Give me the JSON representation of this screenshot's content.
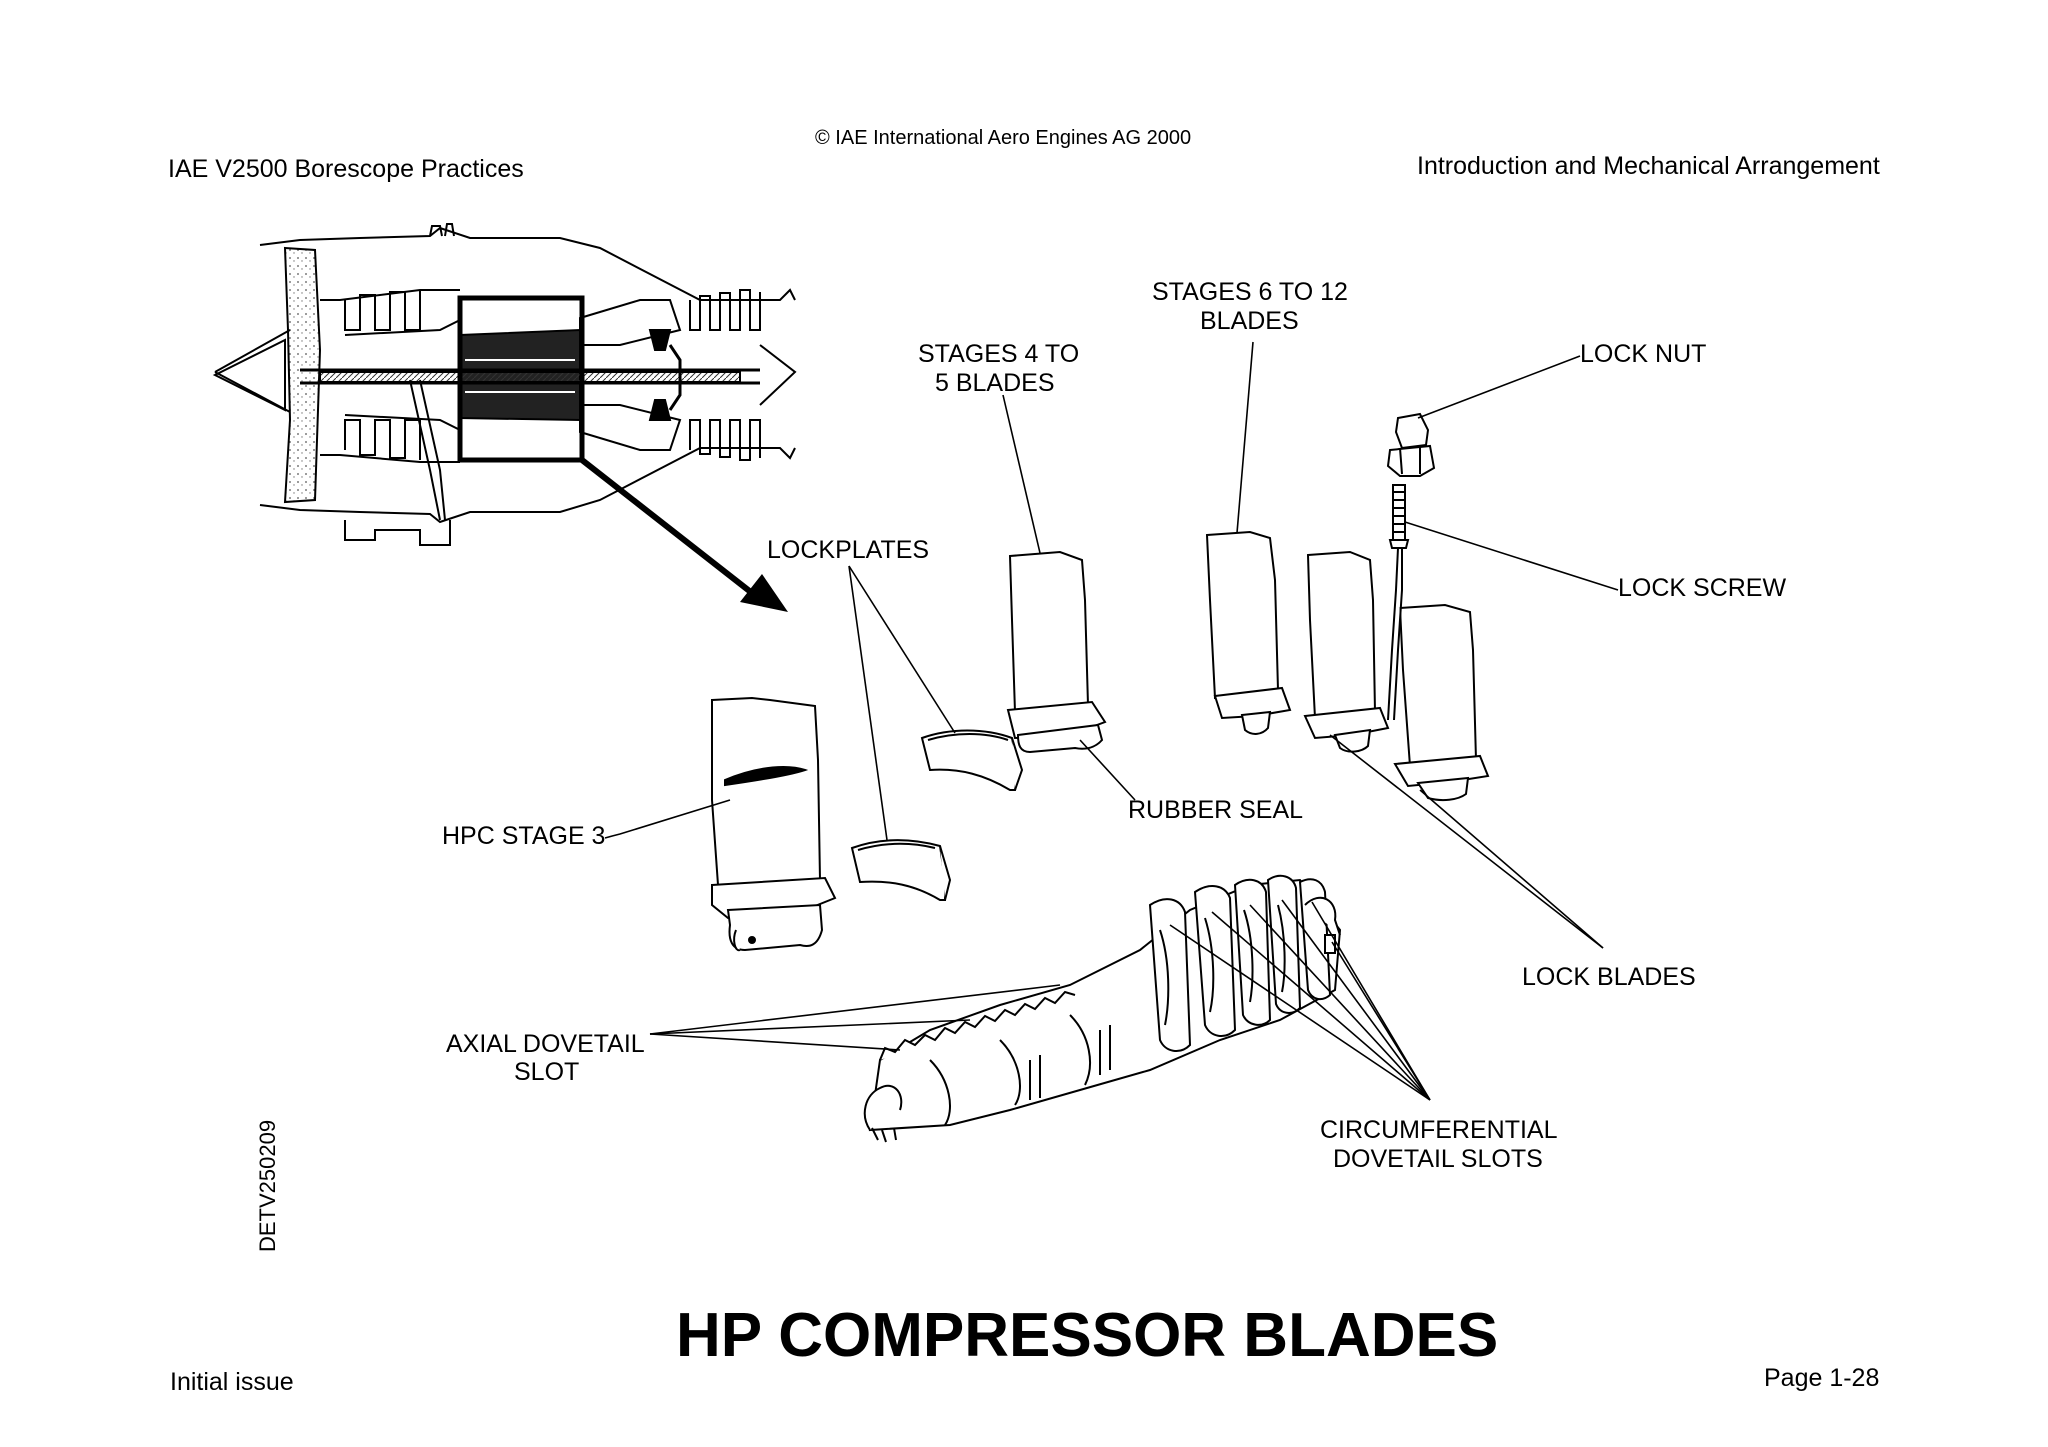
{
  "header": {
    "copyright": "© IAE International Aero Engines AG 2000",
    "left_title": "IAE V2500 Borescope Practices",
    "right_title": "Introduction and Mechanical Arrangement"
  },
  "labels": {
    "stages_6_12_line1": "STAGES 6 TO 12",
    "stages_6_12_line2": "BLADES",
    "stages_4_5_line1": "STAGES 4 TO",
    "stages_4_5_line2": "5 BLADES",
    "lock_nut": "LOCK NUT",
    "lockplates": "LOCKPLATES",
    "lock_screw": "LOCK SCREW",
    "hpc_stage_3": "HPC STAGE 3",
    "rubber_seal": "RUBBER SEAL",
    "lock_blades": "LOCK BLADES",
    "axial_dovetail_line1": "AXIAL DOVETAIL",
    "axial_dovetail_line2": "SLOT",
    "circumferential_line1": "CIRCUMFERENTIAL",
    "circumferential_line2": "DOVETAIL SLOTS"
  },
  "footer": {
    "doc_code": "DETV250209",
    "page_title": "HP COMPRESSOR BLADES",
    "issue": "Initial issue",
    "page_number": "Page 1-28"
  }
}
